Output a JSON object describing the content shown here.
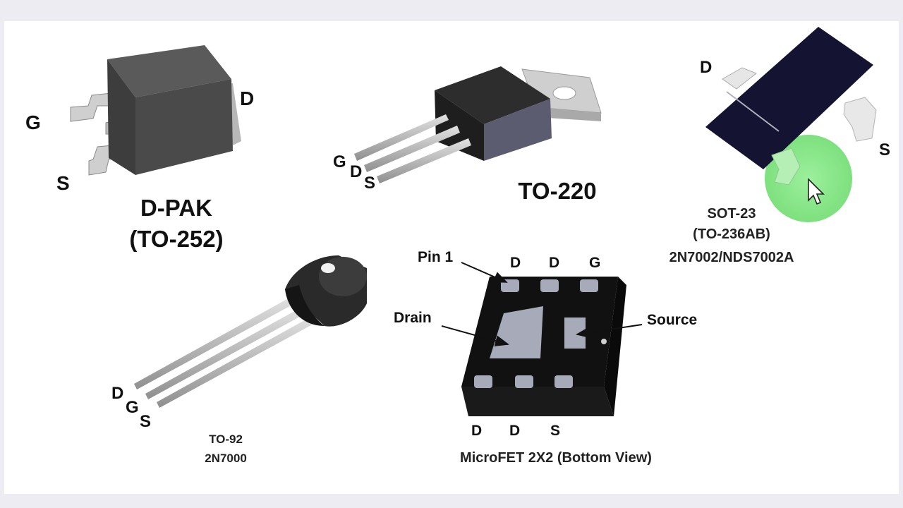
{
  "colors": {
    "background": "#ececf2",
    "canvas": "#ffffff",
    "package_body": "#4a4a4a",
    "lead_metal": "#c8c8c8",
    "sot_body": "#141432",
    "cursor_highlight": "#7ee07e"
  },
  "dpak": {
    "title_line1": "D-PAK",
    "title_line2": "(TO-252)",
    "pins": {
      "gate": "G",
      "drain": "D",
      "source": "S"
    }
  },
  "to220": {
    "title": "TO-220",
    "pins": {
      "gate": "G",
      "drain": "D",
      "source": "S"
    }
  },
  "sot23": {
    "title_line1": "SOT-23",
    "title_line2": "(TO-236AB)",
    "title_line3": "2N7002/NDS7002A",
    "pins": {
      "drain": "D",
      "source": "S"
    }
  },
  "to92": {
    "title_line1": "TO-92",
    "title_line2": "2N7000",
    "pins": {
      "drain": "D",
      "gate": "G",
      "source": "S"
    }
  },
  "microfet": {
    "title": "MicroFET 2X2 (Bottom View)",
    "callouts": {
      "pin1": "Pin 1",
      "drain": "Drain",
      "source": "Source"
    },
    "top_pins": [
      "D",
      "D",
      "G"
    ],
    "bottom_pins": [
      "D",
      "D",
      "S"
    ]
  },
  "cursor": {
    "icon": "arrow-cursor-icon"
  }
}
